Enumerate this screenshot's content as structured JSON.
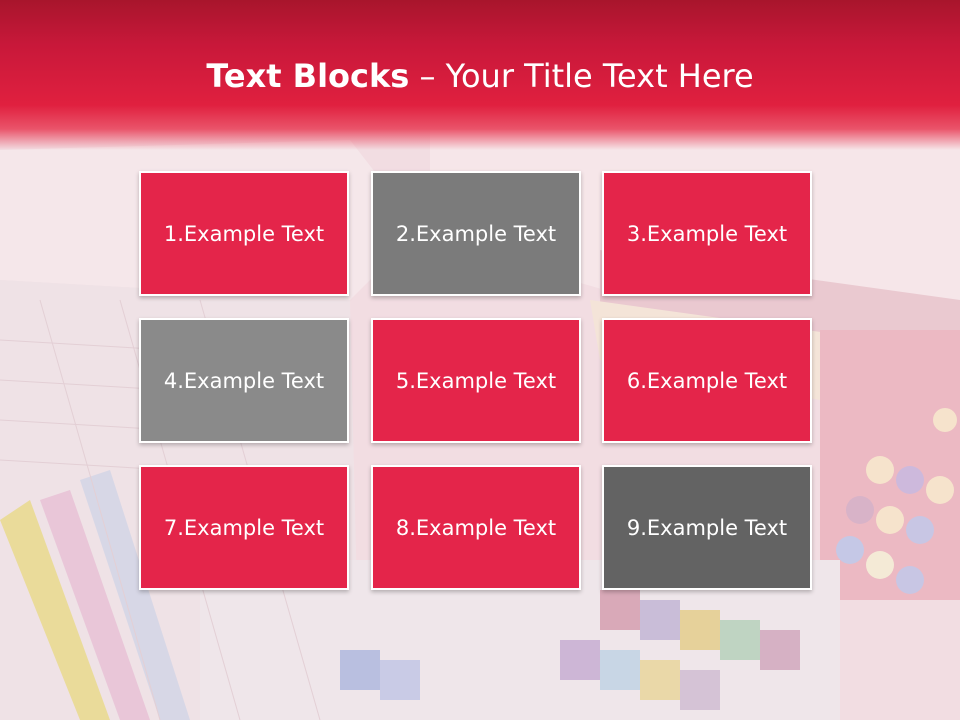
{
  "slide": {
    "title_bold": "Text Blocks",
    "title_dash": " – ",
    "title_rest": "Your Title Text Here"
  },
  "blocks": [
    {
      "label": "1.Example Text",
      "color": "#e4254a"
    },
    {
      "label": "2.Example Text",
      "color": "#7b7b7b"
    },
    {
      "label": "3.Example Text",
      "color": "#e4254a"
    },
    {
      "label": "4.Example Text",
      "color": "#8a8a8a"
    },
    {
      "label": "5.Example Text",
      "color": "#e4254a"
    },
    {
      "label": "6.Example Text",
      "color": "#e4254a"
    },
    {
      "label": "7.Example Text",
      "color": "#e4254a"
    },
    {
      "label": "8.Example Text",
      "color": "#e4254a"
    },
    {
      "label": "9.Example Text",
      "color": "#636363"
    }
  ],
  "theme": {
    "accent_red": "#e0203f",
    "title_text": "#ffffff"
  }
}
